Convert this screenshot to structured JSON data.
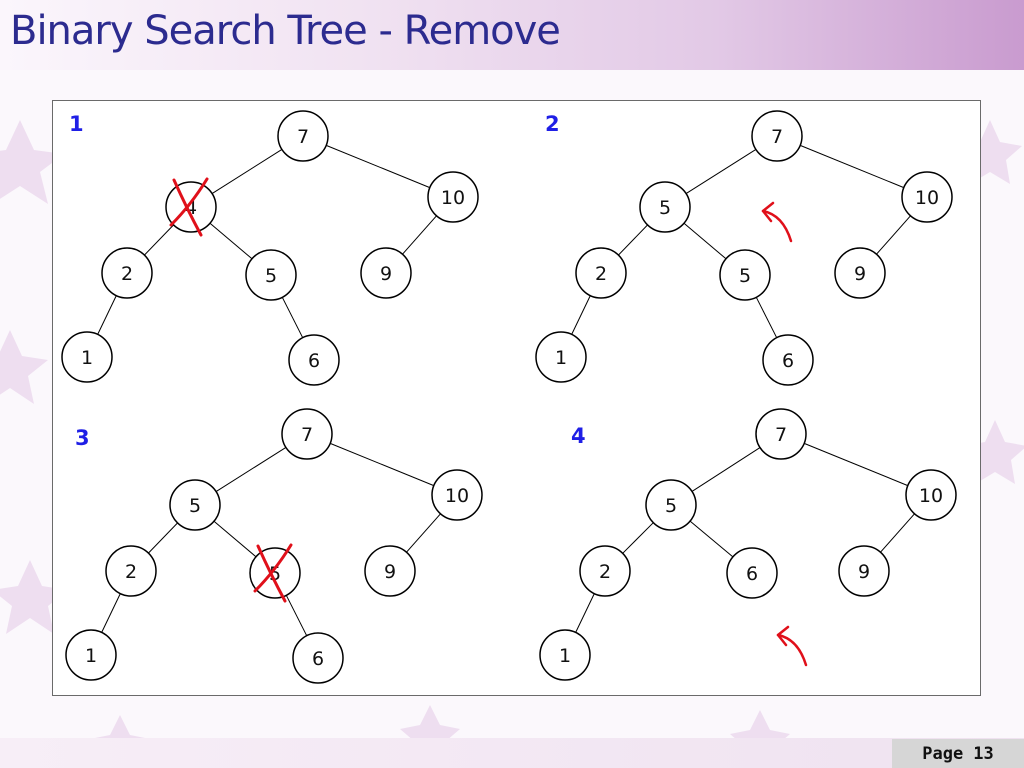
{
  "header": {
    "title": "Binary Search Tree - Remove"
  },
  "footer": {
    "page_label": "Page",
    "page_number": "13"
  },
  "panels": [
    {
      "step": "1",
      "nodes": [
        "7",
        "4",
        "10",
        "2",
        "5",
        "9",
        "1",
        "6"
      ],
      "crossed": "4",
      "arrow": false
    },
    {
      "step": "2",
      "nodes": [
        "7",
        "5",
        "10",
        "2",
        "5",
        "9",
        "1",
        "6"
      ],
      "crossed": null,
      "arrow": true
    },
    {
      "step": "3",
      "nodes": [
        "7",
        "5",
        "10",
        "2",
        "5",
        "9",
        "1",
        "6"
      ],
      "crossed": "5",
      "arrow": false
    },
    {
      "step": "4",
      "nodes": [
        "7",
        "5",
        "10",
        "2",
        "6",
        "9",
        "1"
      ],
      "crossed": null,
      "arrow": true
    }
  ],
  "colors": {
    "title": "#2c2b8f",
    "step_label": "#1f1fe6",
    "annotation": "#e0101a"
  },
  "icons": {
    "cross": "red-x-mark",
    "arrow": "red-curved-arrow"
  }
}
